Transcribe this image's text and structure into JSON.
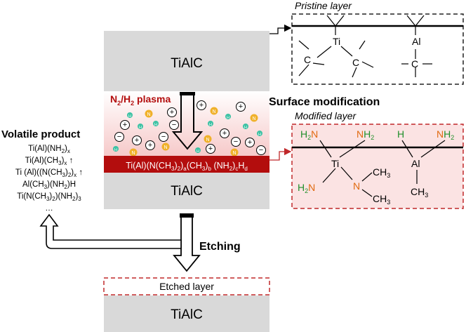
{
  "blocks": {
    "top_label": "TiAlC",
    "middle_label": "TiAlC",
    "bottom_label": "TiAlC",
    "etched_layer_label": "Etched layer"
  },
  "plasma": {
    "label_main": "N",
    "label_sub1": "2",
    "label_slash": "/H",
    "label_sub2": "2",
    "label_tail": " plasma",
    "ion_symbol": "+",
    "electron_symbol": "−",
    "n_symbol": "N",
    "h_symbol": "H"
  },
  "modified_film": {
    "p1": "Ti(Al)(N(CH",
    "s1": "3",
    "p2": ")",
    "s2": "2",
    "p3": ")",
    "s3": "a",
    "p4": "(CH",
    "s4": "3",
    "p5": ")",
    "s5": "b",
    "p6": " (NH",
    "s6": "2",
    "p7": ")",
    "s7": "c",
    "p8": "H",
    "s8": "d"
  },
  "headings": {
    "surface_modification": "Surface modification",
    "pristine_layer": "Pristine layer",
    "modified_layer": "Modified layer",
    "volatile_product": "Volatile product",
    "etching": "Etching"
  },
  "volatile_products": {
    "l1_a": "Ti(Al)(NH",
    "l1_s": "2",
    "l1_b": ")",
    "l1_s2": "x",
    "l2_a": "Ti(Al)(CH",
    "l2_s": "3",
    "l2_b": ")",
    "l2_s2": "x",
    "l2_c": " ↑",
    "l3_a": "Ti (Al)((N(CH",
    "l3_s": "3",
    "l3_b": ")",
    "l3_s2": "2",
    "l3_c": ")",
    "l3_s3": "x",
    "l3_d": " ↑",
    "l4_a": "Al(CH",
    "l4_s": "3",
    "l4_b": ")(NH",
    "l4_s2": "2",
    "l4_c": ")H",
    "l5_a": "Ti(N(CH",
    "l5_s": "3",
    "l5_b": ")",
    "l5_s2": "2",
    "l5_c": ")(NH",
    "l5_s3": "2",
    "l5_d": ")",
    "l5_s4": "3",
    "l6": "…"
  },
  "pristine_structure": {
    "ti": "Ti",
    "al": "Al",
    "c": "C"
  },
  "modified_structure": {
    "ti": "Ti",
    "al": "Al",
    "h": "H",
    "n": "N",
    "h2": "2",
    "c": "C",
    "h3": "H",
    "three": "3"
  },
  "colors": {
    "film_red": "#b30d0d",
    "dashed_red": "#c0282a",
    "block_gray": "#d9d9d9",
    "plasma_pink": "#fbe3e3",
    "n_green": "#1f8f2a",
    "n_orange": "#e06a10",
    "n_particle": "#f0b12a",
    "h_particle": "#3cc2a4"
  }
}
